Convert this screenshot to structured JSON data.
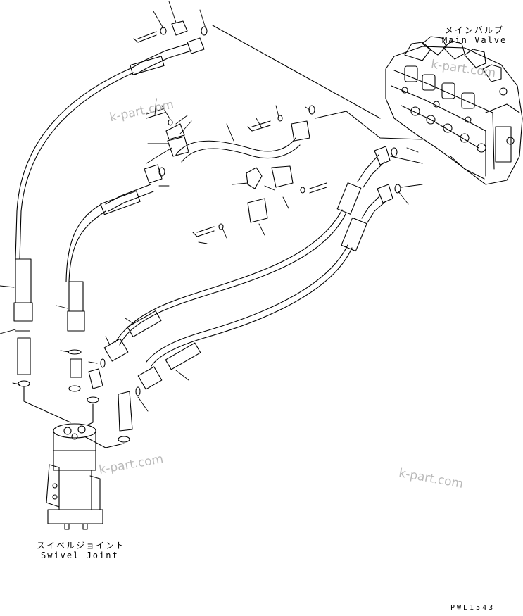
{
  "labels": {
    "main_valve_jp": "メインバルブ",
    "main_valve_en": "Main Valve",
    "swivel_joint_jp": "スイベルジョイント",
    "swivel_joint_en": "Swivel Joint",
    "drawing_code": "PWL1543"
  },
  "watermarks": [
    "k-part.com",
    "k-part.com",
    "k-part.com",
    "k-part.com"
  ],
  "colors": {
    "line": "#000000",
    "watermark": "#b9b9b9",
    "background": "#ffffff"
  }
}
